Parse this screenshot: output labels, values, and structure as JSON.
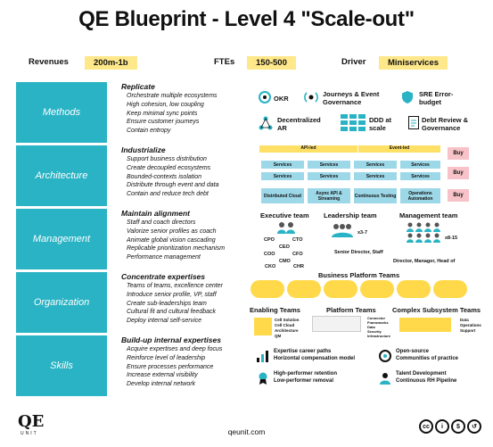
{
  "title": "QE Blueprint - Level 4 \"Scale-out\"",
  "header": {
    "revenues_label": "Revenues",
    "revenues_value": "200m-1b",
    "ftes_label": "FTEs",
    "ftes_value": "150-500",
    "driver_label": "Driver",
    "driver_value": "Miniservices"
  },
  "rows": [
    {
      "side": "Methods",
      "title": "Replicate",
      "items": [
        "Orchestrate multiple ecosystems",
        "High cohesion, low coupling",
        "Keep minimal sync points",
        "Ensure customer journeys",
        "Contain entropy"
      ]
    },
    {
      "side": "Architecture",
      "title": "Industrialize",
      "items": [
        "Support business distribution",
        "Create decoupled ecosystems",
        "Bounded-contexts isolation",
        "Distribute through event and data",
        "Contain and reduce tech debt"
      ]
    },
    {
      "side": "Management",
      "title": "Maintain alignment",
      "items": [
        "Staff and coach directors",
        "Valorize senior profiles as coach",
        "Animate global vision cascading",
        "Replicable prioritization mechanism",
        "Performance management"
      ]
    },
    {
      "side": "Organization",
      "title": "Concentrate expertises",
      "items": [
        "Teams of teams, excellence center",
        "Introduce senior profile, VP, staff",
        "Create sub-leaderships team",
        "Cultural fit and cultural feedback",
        "Deploy internal self-service"
      ]
    },
    {
      "side": "Skills",
      "title": "Build-up internal expertises",
      "items": [
        "Acquire expertises and deep focus",
        "Reinforce level of leadership",
        "Ensure processes performance",
        "Increase external visibility",
        "Develop internal network"
      ]
    }
  ],
  "methods": {
    "okr": "OKR",
    "journeys": "Journeys & Event Governance",
    "sre": "SRE Error-budget",
    "decentralized": "Decentralized AR",
    "ddd": "DDD at scale",
    "debt": "Debt Review & Governance"
  },
  "architecture": {
    "api_led": "API-led",
    "event_led": "Event-led",
    "services_label": "Services",
    "buy_label": "Buy",
    "bottom": [
      "Distributed Cloud",
      "Async API & Streaming",
      "Continuous Testing",
      "Operations Automation"
    ]
  },
  "management": {
    "exec_team": "Executive team",
    "exec_roles": [
      "CPO",
      "CTO",
      "CEO",
      "COO",
      "CFO",
      "CMO",
      "CKO",
      "CHR"
    ],
    "leadership_team": "Leadership team",
    "leadership_count": "x3-7",
    "leadership_sub": "Senior Director, Staff",
    "management_team": "Management team",
    "management_count": "x8-15",
    "management_sub": "Director, Manager, Head of"
  },
  "organization": {
    "business_platform": "Business Platform Teams",
    "enabling": "Enabling Teams",
    "platform": "Platform Teams",
    "complex": "Complex Subsystem Teams",
    "enabling_items": [
      "Cell Solution",
      "Cell Cloud",
      "Architecture",
      "QM"
    ],
    "platform_items": [
      "Connector",
      "Frameworks",
      "Data",
      "Security",
      "Infrastructure"
    ],
    "complex_items": [
      "Data",
      "Operations",
      "Support"
    ]
  },
  "skills": {
    "career": "Expertise career paths",
    "compensation": "Horizontal compensation model",
    "retention": "High-performer retention",
    "removal": "Low-performer removal",
    "opensource": "Open-source",
    "communities": "Communities of practice",
    "talent": "Talent Development",
    "pipeline": "Continuous RH Pipeline"
  },
  "footer": {
    "logo": "QE",
    "logo_sub": "UNIT",
    "url": "qeunit.com"
  },
  "colors": {
    "teal": "#29b3c4",
    "yellow": "#ffe066",
    "light_blue": "#9dd8e8",
    "pink": "#f7c2c8"
  }
}
